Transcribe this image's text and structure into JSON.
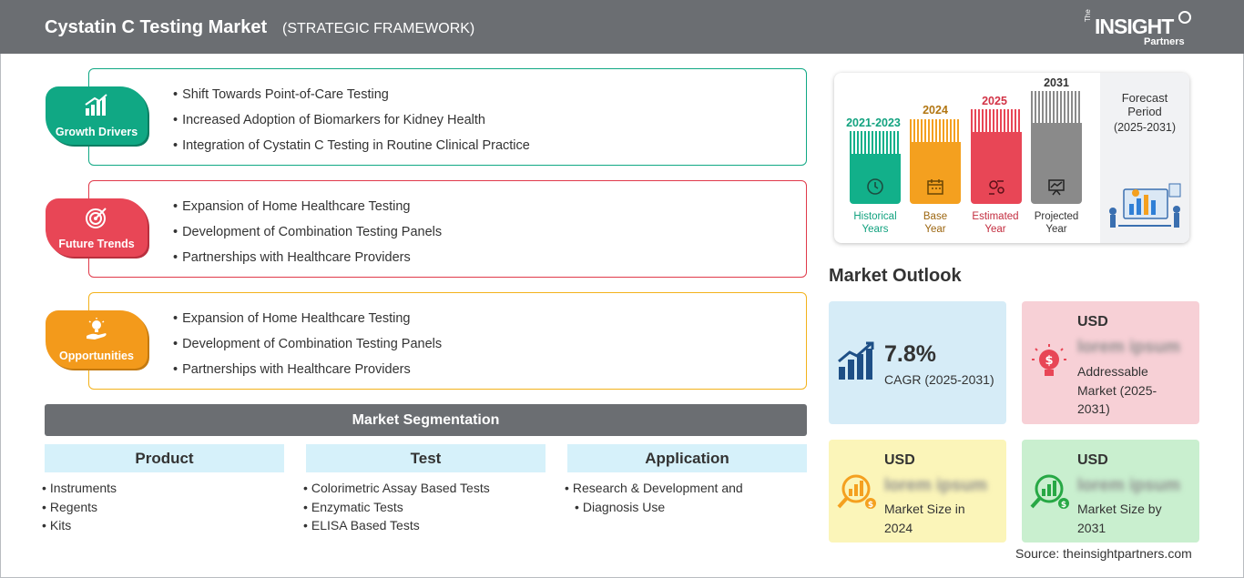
{
  "header": {
    "title": "Cystatin C Testing Market",
    "subtitle": "(STRATEGIC FRAMEWORK)",
    "logo": {
      "the": "The",
      "insight": "INSIGHT",
      "partners": "Partners"
    }
  },
  "frameworks": [
    {
      "label": "Growth Drivers",
      "color": "#10a884",
      "icon": "growth-chart-icon",
      "items": [
        "Shift Towards Point-of-Care Testing",
        "Increased Adoption of Biomarkers for Kidney Health",
        "Integration of Cystatin C Testing in Routine Clinical Practice"
      ]
    },
    {
      "label": "Future Trends",
      "color": "#e84656",
      "icon": "target-icon",
      "items": [
        "Expansion of Home Healthcare Testing",
        "Development of Combination Testing Panels",
        "Partnerships with Healthcare Providers"
      ]
    },
    {
      "label": "Opportunities",
      "color": "#f39a1b",
      "icon": "lightbulb-hand-icon",
      "items": [
        "Expansion of Home Healthcare Testing",
        "Development of Combination Testing Panels",
        "Partnerships with Healthcare Providers"
      ]
    }
  ],
  "segmentation": {
    "title": "Market Segmentation",
    "columns": [
      {
        "title": "Product",
        "items": [
          "Instruments",
          "Regents",
          "Kits"
        ]
      },
      {
        "title": "Test",
        "items": [
          "Colorimetric Assay Based Tests",
          "Enzymatic Tests",
          "ELISA Based Tests"
        ]
      },
      {
        "title": "Application",
        "items": [
          "Research & Development and",
          "Diagnosis Use"
        ]
      }
    ]
  },
  "timeline": {
    "periods": [
      {
        "year": "2021-2023",
        "caption_line1": "Historical",
        "caption_line2": "Years",
        "color": "#12b08a",
        "icon": "history-clock-icon"
      },
      {
        "year": "2024",
        "caption_line1": "Base",
        "caption_line2": "Year",
        "color": "#f4a01f",
        "icon": "calendar-icon"
      },
      {
        "year": "2025",
        "caption_line1": "Estimated",
        "caption_line2": "Year",
        "color": "#e84656",
        "icon": "gears-chart-icon"
      },
      {
        "year": "2031",
        "caption_line1": "Projected",
        "caption_line2": "Year",
        "color": "#8a8a8a",
        "icon": "presentation-board-icon"
      }
    ],
    "forecast_title_1": "Forecast",
    "forecast_title_2": "Period",
    "forecast_range": "(2025-2031)"
  },
  "outlook": {
    "title": "Market Outlook",
    "cagr_value": "7.8%",
    "cagr_label": "CAGR (2025-2031)",
    "tiles": [
      {
        "usd": "USD",
        "value": "lorem ipsum",
        "desc_1": "Addressable",
        "desc_2": "Market (2025-",
        "desc_3": "2031)",
        "color": "#f7d0d6",
        "icon": "money-bulb-icon"
      },
      {
        "usd": "USD",
        "value": "lorem ipsum",
        "desc_1": "Market Size in",
        "desc_2": "2024",
        "color": "#fbf5b9",
        "icon": "magnifier-chart-icon"
      },
      {
        "usd": "USD",
        "value": "lorem ipsum",
        "desc_1": "Market Size by",
        "desc_2": "2031",
        "color": "#c9efcf",
        "icon": "magnifier-growth-icon"
      }
    ],
    "cagr_tile_color": "#d6ecf7"
  },
  "source": "Source: theinsightpartners.com"
}
